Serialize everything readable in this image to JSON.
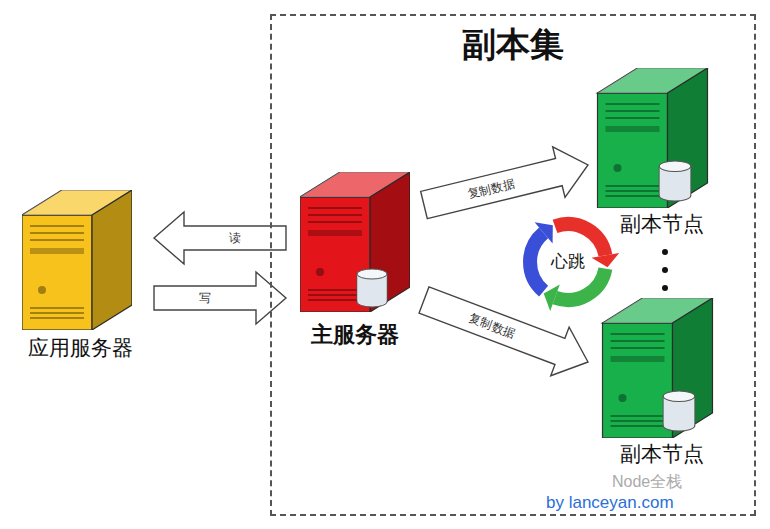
{
  "diagram": {
    "nodes": [
      {
        "text": [
          "应用服务器"
        ]
      },
      {
        "text": [
          "副本集"
        ]
      },
      {
        "text": [
          "主服务器"
        ],
        "in": 1
      },
      {
        "text": [
          "副本节点"
        ],
        "in": 1
      },
      {
        "text": [
          "副本节点"
        ],
        "in": 1
      },
      {
        "text": [
          "心跳"
        ],
        "in": 1
      }
    ],
    "edges": [
      {
        "from": 2,
        "to": 0,
        "label": "读",
        "arrow": "to"
      },
      {
        "from": 0,
        "to": 2,
        "label": "写",
        "arrow": "to"
      },
      {
        "from": 2,
        "to": 3,
        "label": "复制数据",
        "arrow": "to"
      },
      {
        "from": 2,
        "to": 4,
        "label": "复制数据",
        "arrow": "to"
      }
    ],
    "labels": [
      "Node全栈",
      "by lanceyan.com"
    ]
  }
}
